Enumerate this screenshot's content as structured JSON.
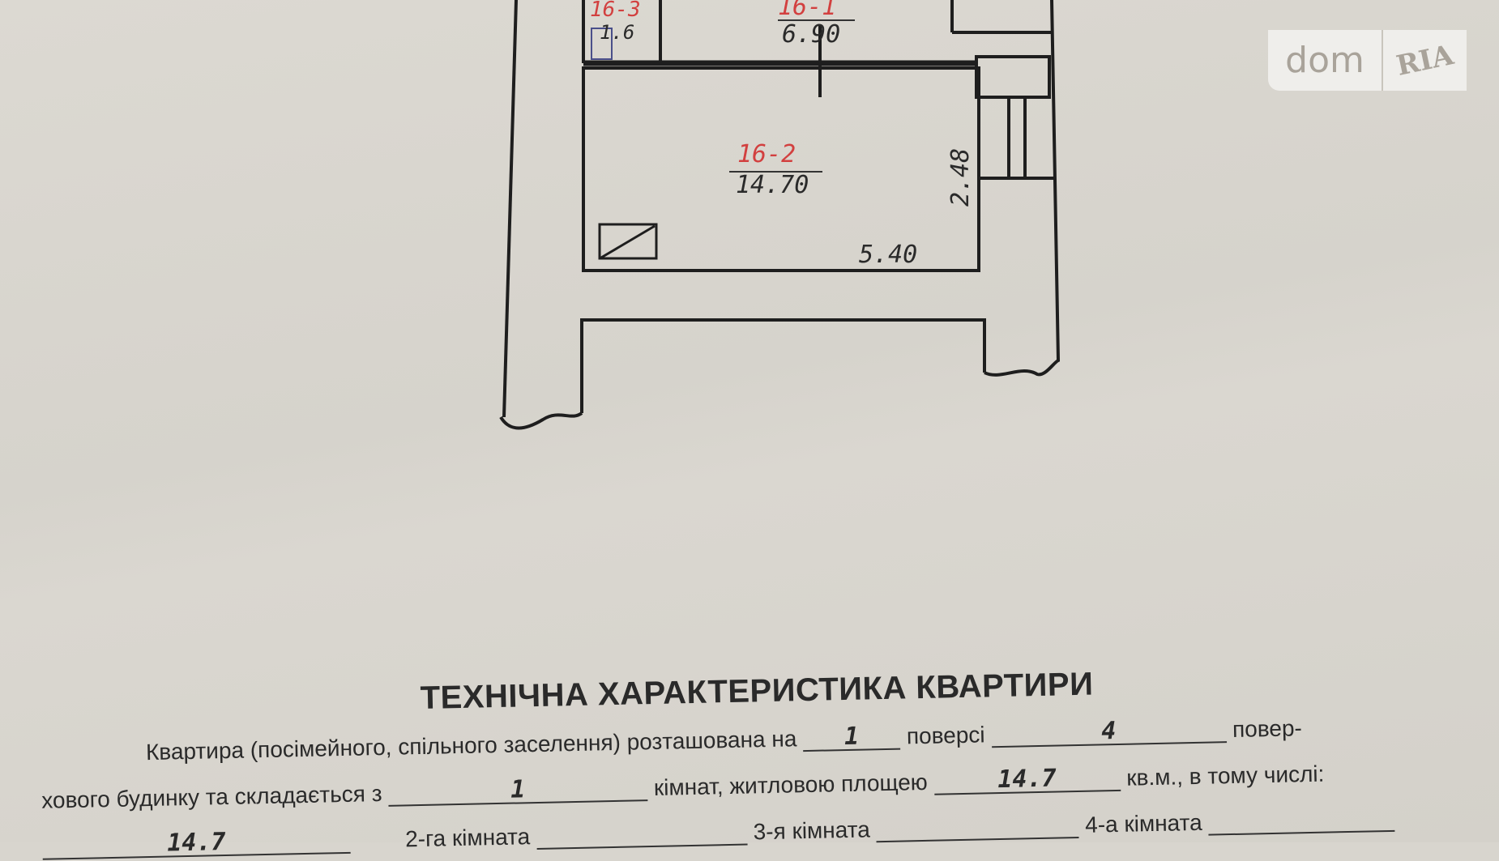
{
  "plan": {
    "rooms": [
      {
        "label": "16-3",
        "area": "1.6"
      },
      {
        "label": "16-1",
        "area": "6.90"
      },
      {
        "label": "16-2",
        "area": "14.70"
      }
    ],
    "dimensions": {
      "width": "5.40",
      "height": "2.48"
    }
  },
  "logo": {
    "left": "dom",
    "right": "RIA"
  },
  "form": {
    "title": "ТЕХНІЧНА ХАРАКТЕРИСТИКА КВАРТИРИ",
    "line1_a": "Квартира (посімейного, спільного заселення) розташована на",
    "floor": "1",
    "line1_b": "поверсі",
    "floors_total": "4",
    "line1_c": "повер-",
    "line2_a": "хового будинку та складається з",
    "rooms_count": "1",
    "line2_b": "кімнат, житловою площею",
    "living_area": "14.7",
    "line2_c": "кв.м., в тому числі:",
    "room1_area": "14.7",
    "room2_label": "2-га кімната",
    "room3_label": "3-я кімната",
    "room4_label": "4-а кімната"
  },
  "colors": {
    "room_label": "#d2403f",
    "ink": "#1e1e1e",
    "paper": "#d8d5ce"
  }
}
